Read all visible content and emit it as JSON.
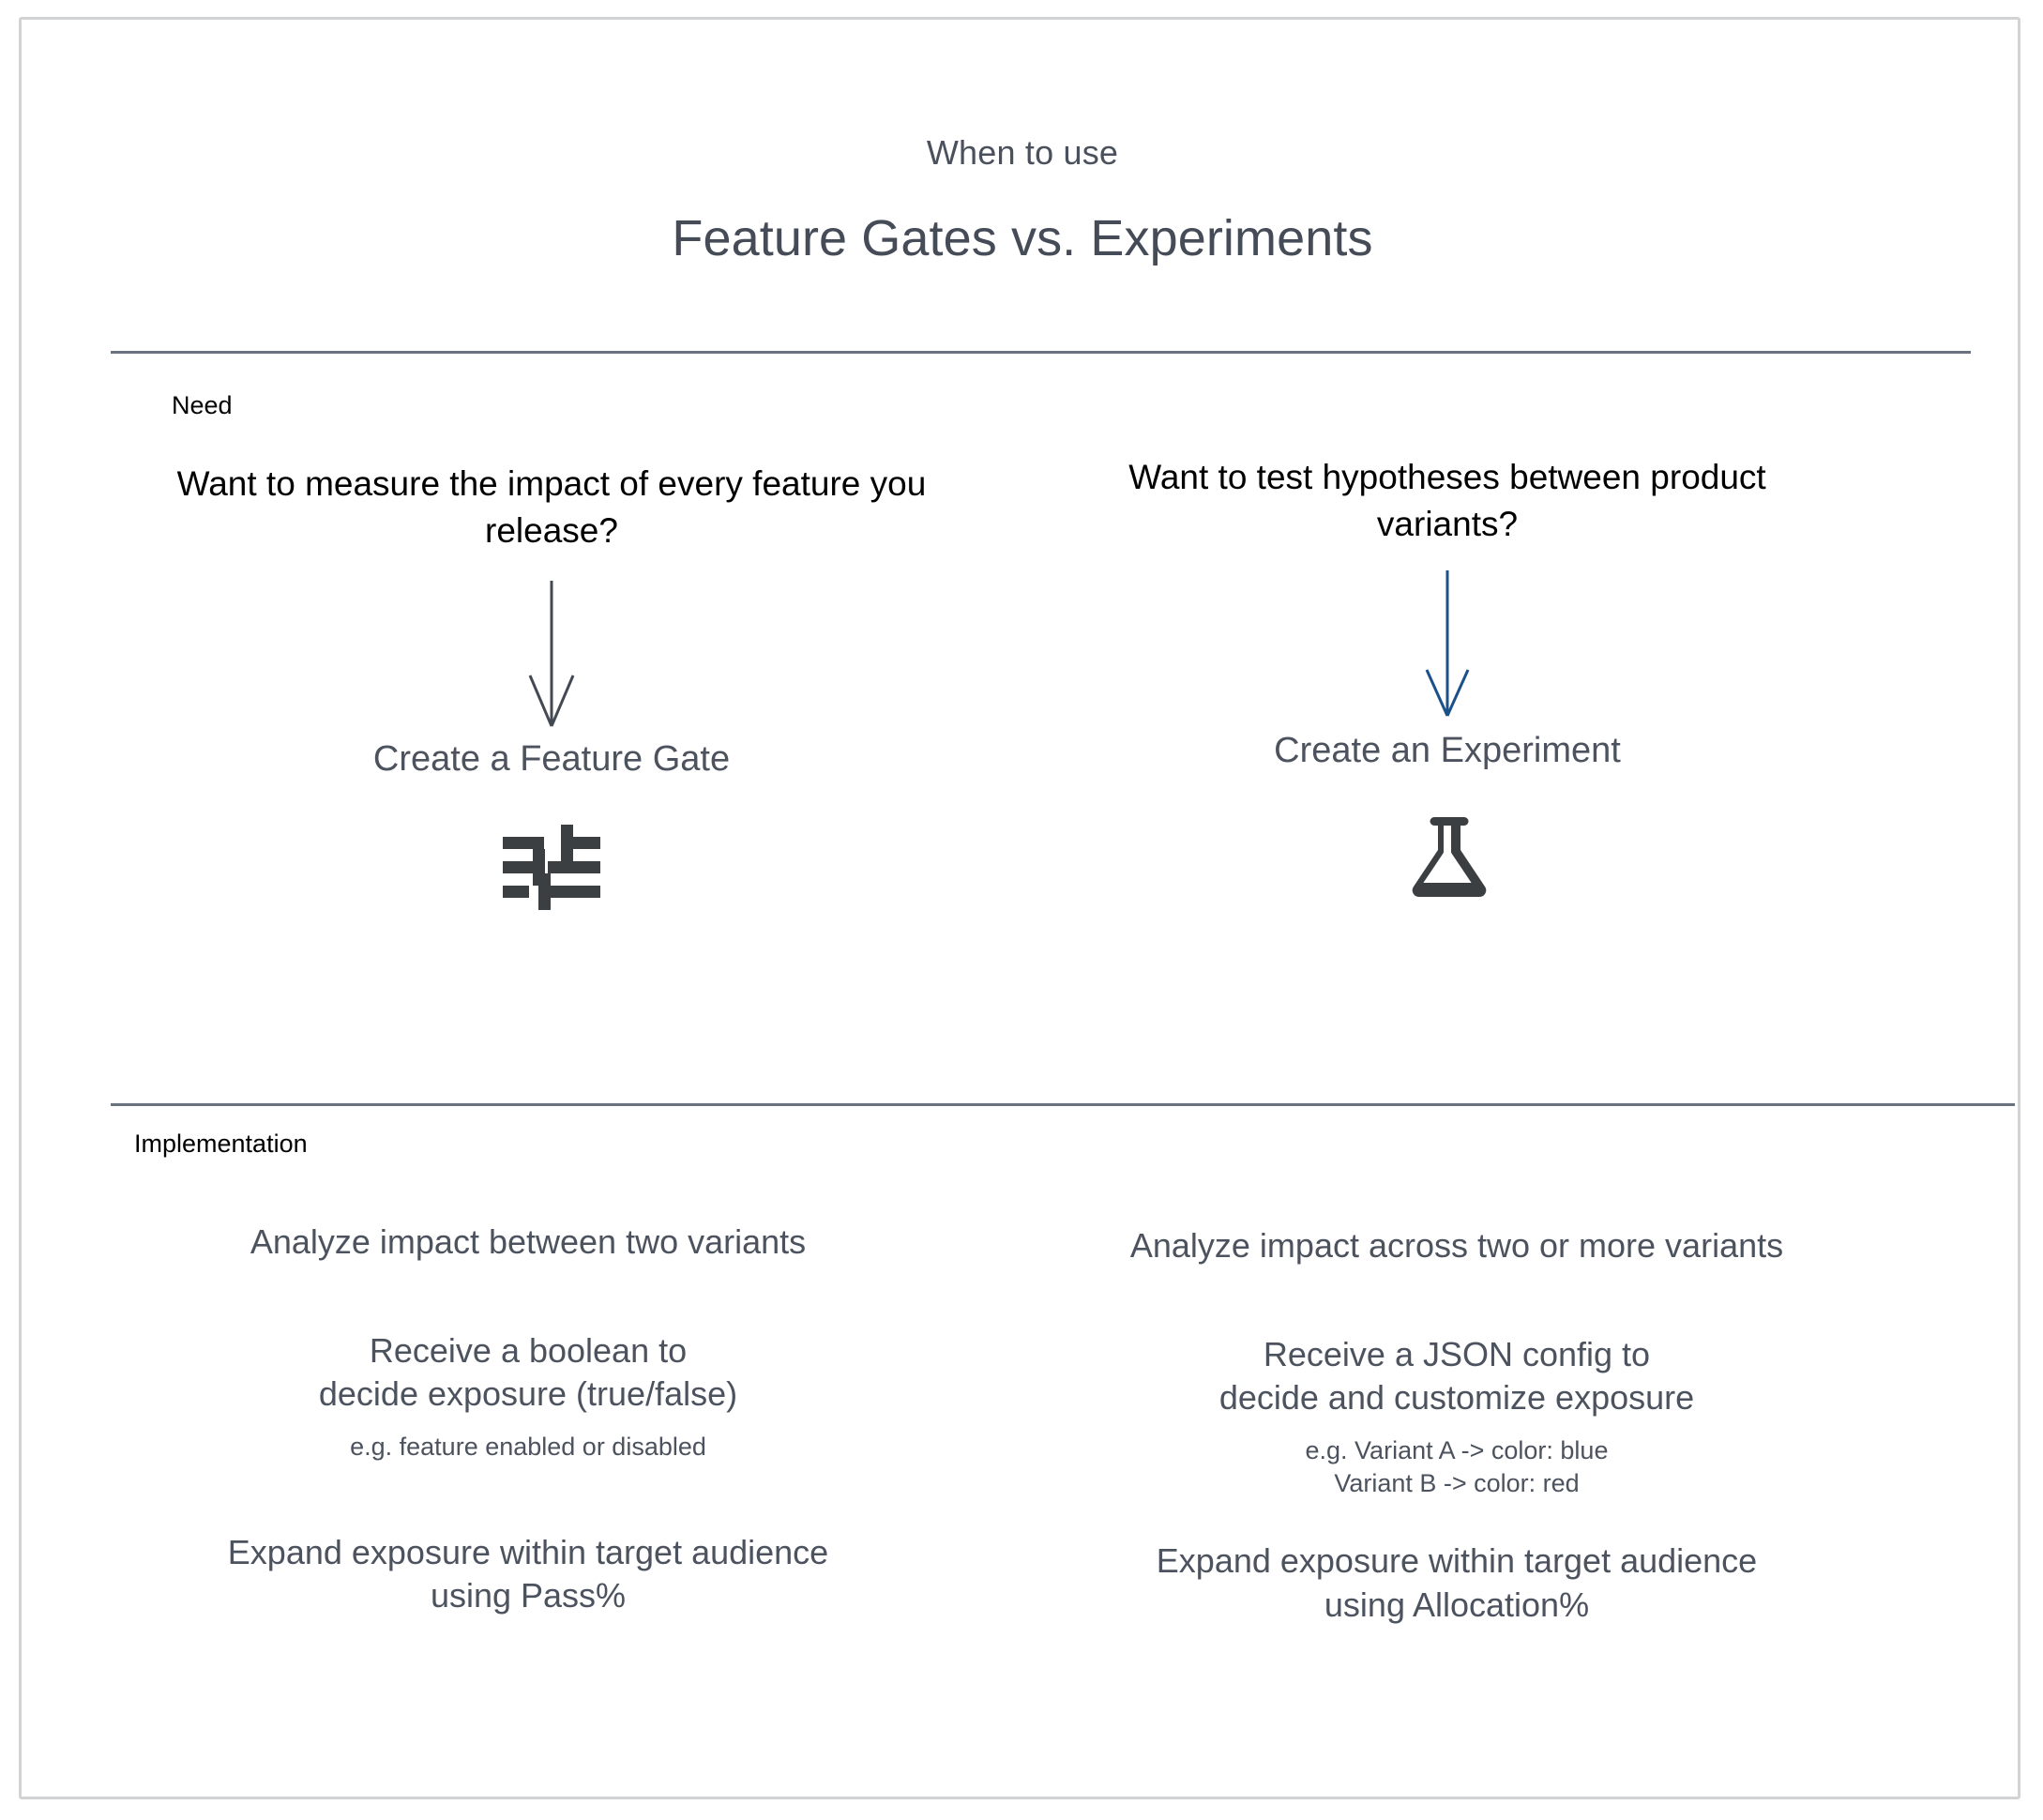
{
  "frame": {
    "border_color": "#d2d3d5",
    "background": "#ffffff"
  },
  "header": {
    "eyebrow": "When to use",
    "title": "Feature Gates vs. Experiments"
  },
  "sections": [
    {
      "label": "Need",
      "columns": {
        "left": {
          "question": "Want to measure the impact of every feature you release?",
          "arrow_icon": "down-arrow-icon",
          "arrow_color": "#434a54",
          "action": "Create a Feature Gate",
          "icon": "sliders-tune-icon",
          "icon_color": "#3c3f42"
        },
        "right": {
          "question": "Want to test hypotheses between product variants?",
          "arrow_icon": "down-arrow-icon",
          "arrow_color": "#1b5089",
          "action": "Create an Experiment",
          "icon": "flask-beaker-icon",
          "icon_color": "#3c3f42"
        }
      }
    },
    {
      "label": "Implementation",
      "columns": {
        "left": {
          "block_1": "Analyze impact between two variants",
          "block_2_line_1": "Receive a boolean to",
          "block_2_line_2": "decide exposure (true/false)",
          "block_2_sub_line_1": "e.g. feature enabled or disabled",
          "block_2_sub_line_2": "",
          "block_3_line_1": "Expand exposure within target audience",
          "block_3_line_2": "using Pass%"
        },
        "right": {
          "block_1": "Analyze impact across two or more variants",
          "block_2_line_1": "Receive a JSON config to",
          "block_2_line_2": "decide and customize exposure",
          "block_2_sub_line_1": "e.g. Variant A -> color: blue",
          "block_2_sub_line_2": "Variant B -> color: red",
          "block_3_line_1": "Expand exposure within target audience",
          "block_3_line_2": "using Allocation%"
        }
      }
    }
  ],
  "colors": {
    "title_gray": "#454c57",
    "body_gray": "#4c535e",
    "black": "#000000",
    "divider": "#6a7280",
    "blue_arrow": "#1b5089",
    "icon_dark": "#3c3f42"
  }
}
